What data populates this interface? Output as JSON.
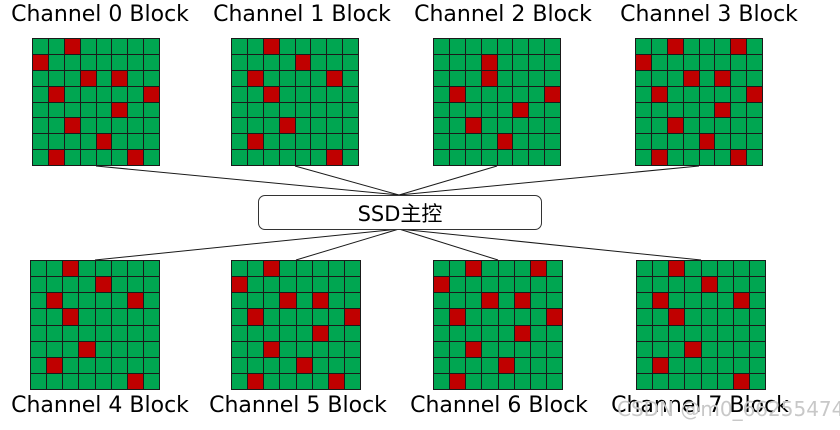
{
  "controller": {
    "label": "SSD主控"
  },
  "watermark": "CSDN @m0_66255474",
  "colors": {
    "good": "#00a651",
    "bad": "#c00000",
    "line": "#1a1a1a"
  },
  "blocks": [
    {
      "label": "Channel 0 Block",
      "bad": [
        [
          0,
          2
        ],
        [
          1,
          0
        ],
        [
          2,
          3
        ],
        [
          2,
          5
        ],
        [
          3,
          1
        ],
        [
          3,
          7
        ],
        [
          4,
          5
        ],
        [
          5,
          2
        ],
        [
          6,
          4
        ],
        [
          7,
          1
        ],
        [
          7,
          6
        ]
      ]
    },
    {
      "label": "Channel 1 Block",
      "bad": [
        [
          0,
          2
        ],
        [
          1,
          4
        ],
        [
          2,
          1
        ],
        [
          2,
          6
        ],
        [
          3,
          2
        ],
        [
          5,
          3
        ],
        [
          6,
          1
        ],
        [
          7,
          6
        ]
      ]
    },
    {
      "label": "Channel 2 Block",
      "bad": [
        [
          1,
          3
        ],
        [
          2,
          3
        ],
        [
          3,
          1
        ],
        [
          3,
          7
        ],
        [
          4,
          5
        ],
        [
          5,
          2
        ],
        [
          6,
          4
        ]
      ]
    },
    {
      "label": "Channel 3 Block",
      "bad": [
        [
          0,
          2
        ],
        [
          0,
          6
        ],
        [
          1,
          0
        ],
        [
          2,
          3
        ],
        [
          2,
          5
        ],
        [
          3,
          1
        ],
        [
          3,
          7
        ],
        [
          4,
          5
        ],
        [
          5,
          2
        ],
        [
          6,
          4
        ],
        [
          7,
          1
        ],
        [
          7,
          6
        ]
      ]
    },
    {
      "label": "Channel 4 Block",
      "bad": [
        [
          0,
          2
        ],
        [
          1,
          4
        ],
        [
          2,
          1
        ],
        [
          2,
          6
        ],
        [
          3,
          2
        ],
        [
          5,
          3
        ],
        [
          6,
          1
        ],
        [
          7,
          6
        ]
      ]
    },
    {
      "label": "Channel 5 Block",
      "bad": [
        [
          0,
          2
        ],
        [
          1,
          0
        ],
        [
          2,
          3
        ],
        [
          2,
          5
        ],
        [
          3,
          1
        ],
        [
          3,
          7
        ],
        [
          4,
          5
        ],
        [
          5,
          2
        ],
        [
          6,
          4
        ],
        [
          7,
          1
        ],
        [
          7,
          6
        ]
      ]
    },
    {
      "label": "Channel 6 Block",
      "bad": [
        [
          0,
          2
        ],
        [
          0,
          6
        ],
        [
          1,
          0
        ],
        [
          2,
          3
        ],
        [
          2,
          5
        ],
        [
          3,
          1
        ],
        [
          3,
          7
        ],
        [
          4,
          5
        ],
        [
          5,
          2
        ],
        [
          6,
          4
        ],
        [
          7,
          1
        ]
      ]
    },
    {
      "label": "Channel 7 Block",
      "bad": [
        [
          0,
          2
        ],
        [
          1,
          4
        ],
        [
          2,
          1
        ],
        [
          2,
          6
        ],
        [
          3,
          2
        ],
        [
          5,
          3
        ],
        [
          6,
          1
        ],
        [
          7,
          6
        ]
      ]
    }
  ]
}
